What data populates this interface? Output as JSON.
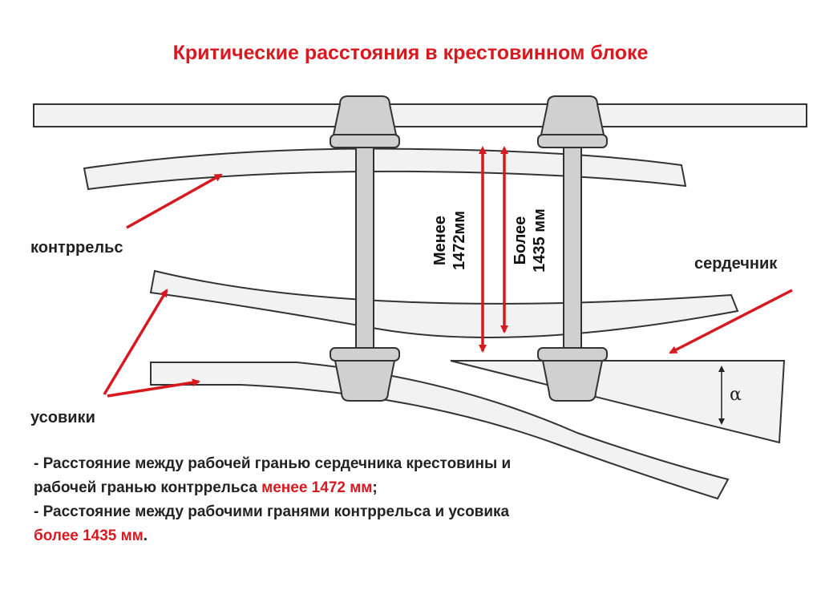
{
  "title": "Критические расстояния в крестовинном блоке",
  "labels": {
    "guard_rail": "контррельс",
    "frog_core": "сердечник",
    "wing_rails": "усовики",
    "angle": "α"
  },
  "dimensions": {
    "less_line1": "Менее",
    "less_line2": "1472мм",
    "more_line1": "Более",
    "more_line2": "1435 мм"
  },
  "notes": {
    "note1_text": "- Расстояние между рабочей гранью сердечника крестовины и рабочей гранью контррельса",
    "note1_highlight": "менее 1472 мм",
    "note1_end": ";",
    "note2_text": "- Расстояние между рабочими гранями контррельса и усовика",
    "note2_highlight": "более 1435 мм",
    "note2_end": "."
  },
  "colors": {
    "accent": "#d71920",
    "rail_fill": "#f2f2f2",
    "rail_stroke": "#333333",
    "bolt_fill": "#d0d0d0"
  }
}
